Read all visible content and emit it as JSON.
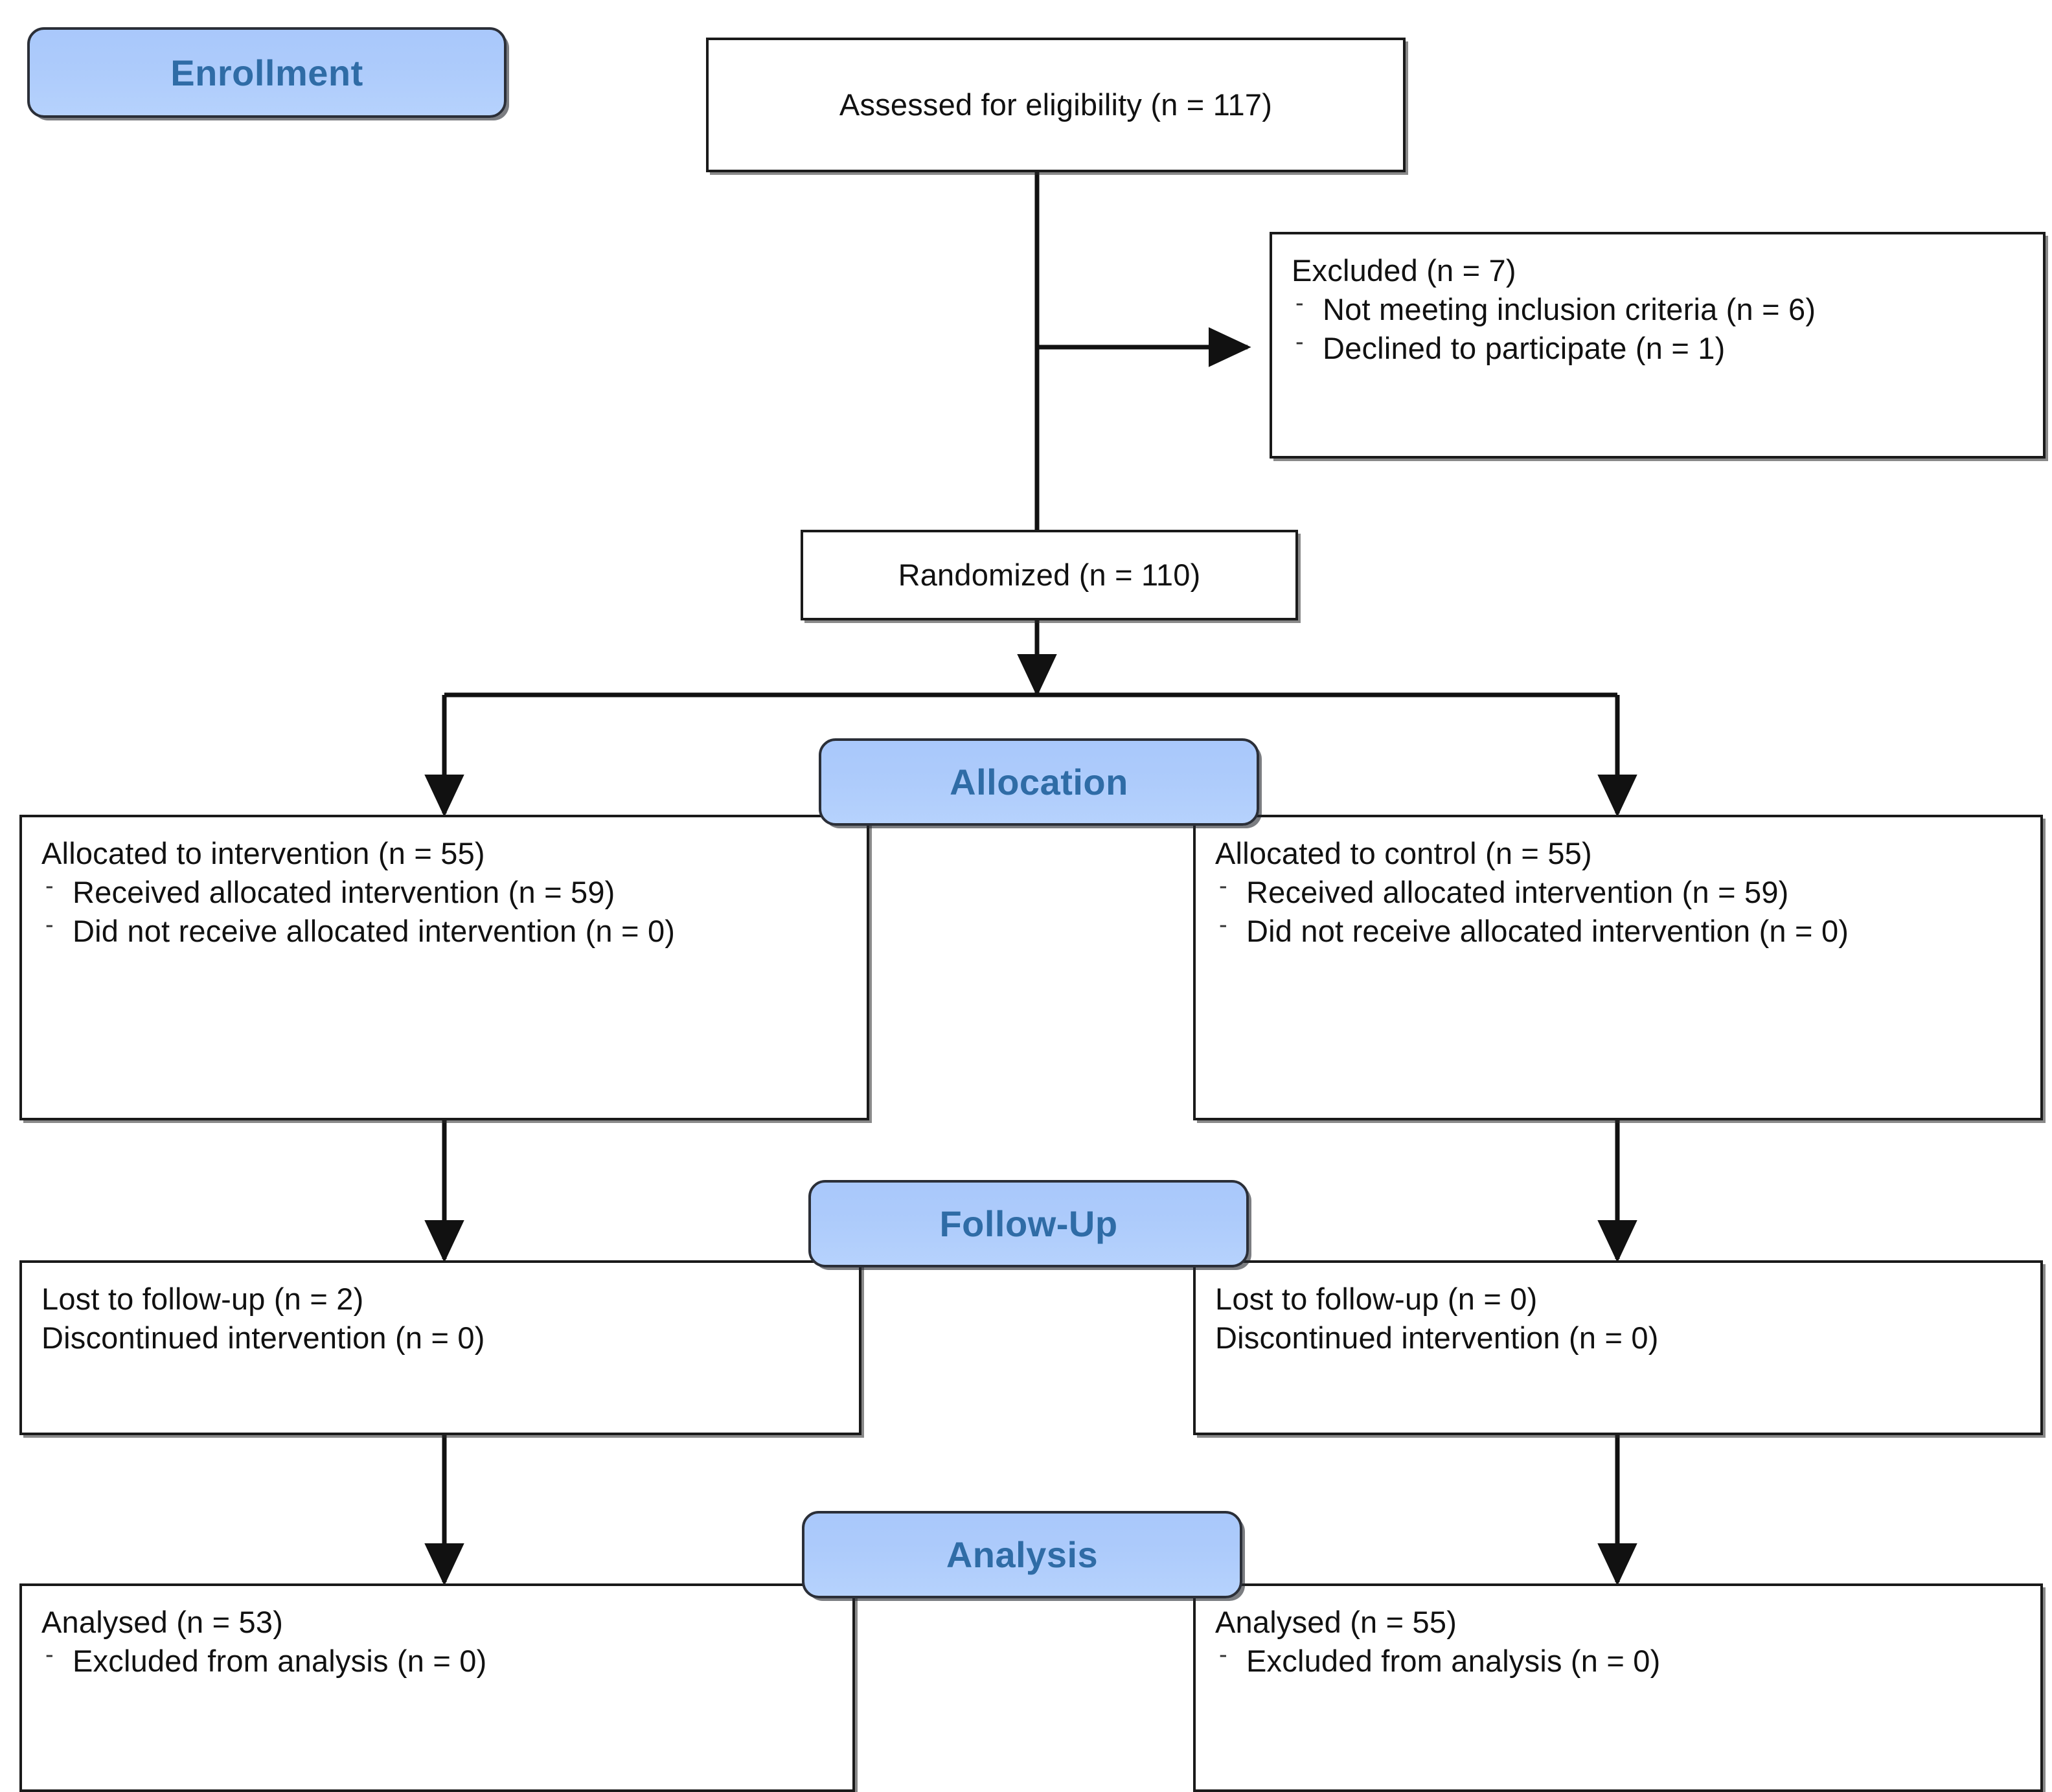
{
  "diagram": {
    "title": "CONSORT participant flow diagram",
    "accent_blue_fill": "#aecbfb",
    "accent_blue_text": "#2f6ca6",
    "box_border": "#1a1a1a",
    "text_color": "#111111"
  },
  "stages": {
    "enrollment": "Enrollment",
    "allocation": "Allocation",
    "followup": "Follow-Up",
    "analysis": "Analysis"
  },
  "nodes": {
    "assessed": {
      "text": "Assessed for eligibility (n  = 117)"
    },
    "excluded": {
      "heading": "Excluded  (n = 7)",
      "bullets": [
        "Not meeting inclusion criteria (n = 6)",
        "Declined to participate (n = 1)"
      ],
      "bullet_glyph": "-"
    },
    "randomized": {
      "text": "Randomized (n = 110)"
    },
    "alloc_left": {
      "heading": "Allocated to intervention  (n = 55)",
      "bullets": [
        "Received  allocated intervention  (n = 59)",
        "Did not receive allocated intervention  (n = 0)"
      ],
      "bullet_glyph": "-"
    },
    "alloc_right": {
      "heading": "Allocated to control (n = 55)",
      "bullets": [
        "Received  allocated intervention  (n = 59)",
        "Did not receive allocated intervention  (n = 0)"
      ],
      "bullet_glyph": "-"
    },
    "followup_left": {
      "line1": "Lost to follow-up (n =  2)",
      "line2": "Discontinued intervention  (n = 0)"
    },
    "followup_right": {
      "line1": "Lost to follow-up  (n = 0)",
      "line2": "Discontinued intervention  (n = 0)"
    },
    "analysis_left": {
      "heading": "Analysed  (n = 53)",
      "bullets": [
        "Excluded from analysis  (n = 0)"
      ],
      "bullet_glyph": "-"
    },
    "analysis_right": {
      "heading": "Analysed  (n = 55)",
      "bullets": [
        "Excluded from  analysis (n = 0)"
      ],
      "bullet_glyph": "-"
    }
  }
}
